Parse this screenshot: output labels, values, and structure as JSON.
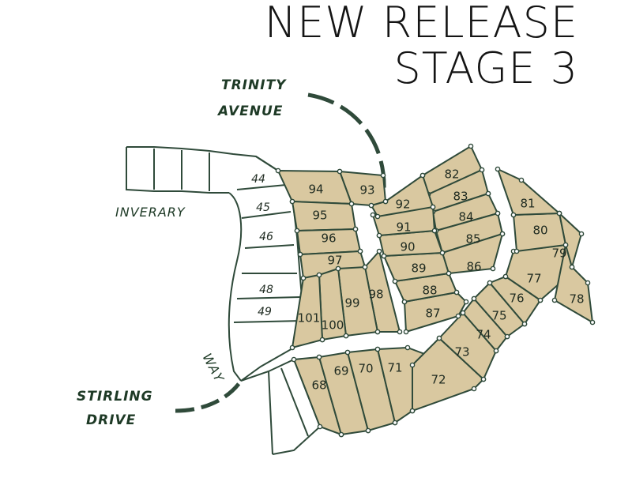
{
  "headline": {
    "line1": "NEW RELEASE",
    "line2": "STAGE 3"
  },
  "streets": {
    "trinity_line1": "TRINITY",
    "trinity_line2": "AVENUE",
    "inverary": "INVERARY",
    "stirling_line1": "STIRLING",
    "stirling_line2": "DRIVE",
    "way": "WAY"
  },
  "colors": {
    "lot_fill": "#d9c8a0",
    "line": "#2f4a3a",
    "text": "#141414"
  },
  "stage3_lots": [
    "68",
    "69",
    "70",
    "71",
    "72",
    "73",
    "74",
    "75",
    "76",
    "77",
    "78",
    "79",
    "80",
    "81",
    "82",
    "83",
    "84",
    "85",
    "86",
    "87",
    "88",
    "89",
    "90",
    "91",
    "92",
    "93",
    "94",
    "95",
    "96",
    "97",
    "98",
    "99",
    "100",
    "101"
  ],
  "other_lots": [
    "44",
    "45",
    "46",
    "48",
    "49"
  ]
}
